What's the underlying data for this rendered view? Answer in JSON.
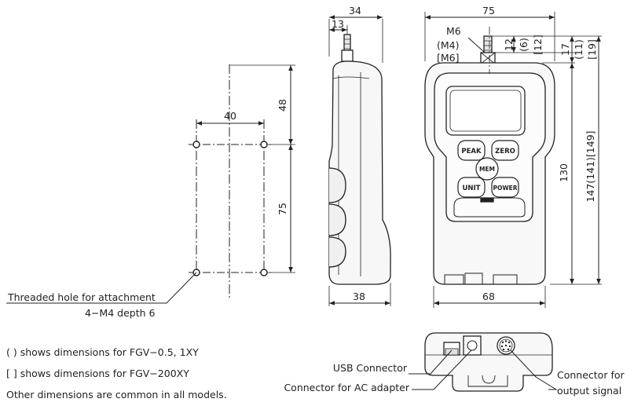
{
  "side_view": {
    "top_width": "34",
    "shaft_offset": "13",
    "bottom_width": "38"
  },
  "mount_pattern": {
    "width": "40",
    "upper_height": "48",
    "lower_height": "75"
  },
  "front_view": {
    "top_width": "75",
    "thread": "M6",
    "thread_alt_1": "(M4)",
    "thread_alt_2": "[M6]",
    "shaft_len": "12",
    "shaft_len_alt_1": "(6)",
    "shaft_len_alt_2": "[12]",
    "top_gap": "17",
    "top_gap_alt_1": "(11)",
    "top_gap_alt_2": "[19]",
    "body_height": "130",
    "total_height": "147(141)[149]",
    "bottom_width": "68"
  },
  "buttons": {
    "peak": "PEAK",
    "zero": "ZERO",
    "mem": "MEM",
    "unit": "UNIT",
    "power": "POWER"
  },
  "callouts": {
    "threaded_hole_line1": "Threaded hole for attachment",
    "threaded_hole_line2": "4−M4 depth 6",
    "usb": "USB Connector",
    "ac_adapter": "Connector for AC adapter",
    "output_line1": "Connector for",
    "output_line2": "output signal"
  },
  "notes": {
    "round": "( ) shows dimensions for FGV−0.5, 1XY",
    "square": "[ ] shows dimensions for FGV−200XY",
    "common": "Other dimensions are common in all models."
  }
}
